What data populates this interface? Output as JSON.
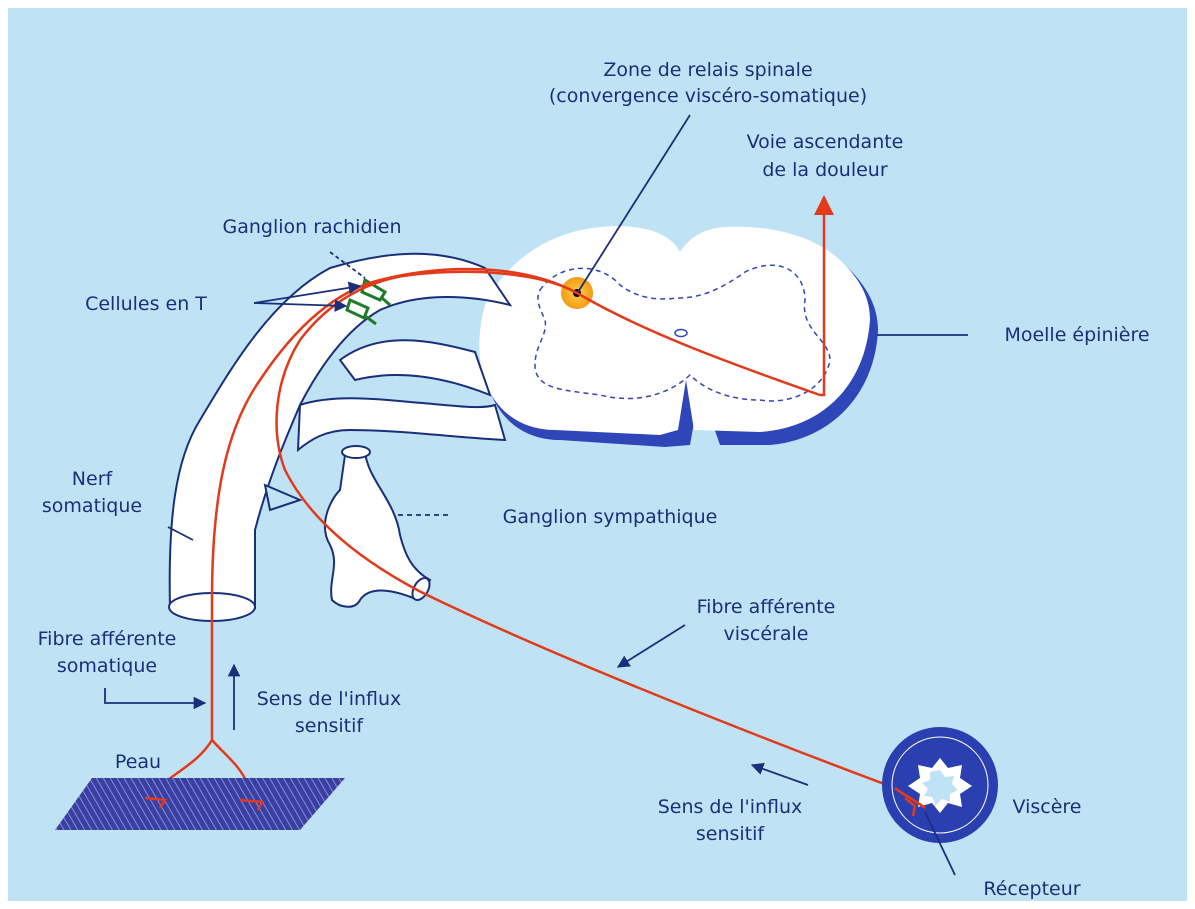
{
  "colors": {
    "background": "#bfe3f5",
    "navy": "#1a2f7a",
    "nerve_red": "#e23a1a",
    "cell_green": "#1f7a2a",
    "relay_orange": "#f7a21b",
    "tissue_white": "#ffffff",
    "cord_shadow": "#2f46b8"
  },
  "labels": {
    "zone_relais_line1": "Zone de relais spinale",
    "zone_relais_line2": "(convergence viscéro-somatique)",
    "voie_line1": "Voie ascendante",
    "voie_line2": "de la douleur",
    "ganglion_rachidien": "Ganglion rachidien",
    "cellules_t": "Cellules en T",
    "moelle": "Moelle épinière",
    "nerf_line1": "Nerf",
    "nerf_line2": "somatique",
    "ganglion_sympathique": "Ganglion sympathique",
    "fibre_visc_line1": "Fibre afférente",
    "fibre_visc_line2": "viscérale",
    "fibre_som_line1": "Fibre afférente",
    "fibre_som_line2": "somatique",
    "sens_left_line1": "Sens de l'influx",
    "sens_left_line2": "sensitif",
    "peau": "Peau",
    "sens_right_line1": "Sens de l'influx",
    "sens_right_line2": "sensitif",
    "viscere": "Viscère",
    "recepteur": "Récepteur"
  }
}
